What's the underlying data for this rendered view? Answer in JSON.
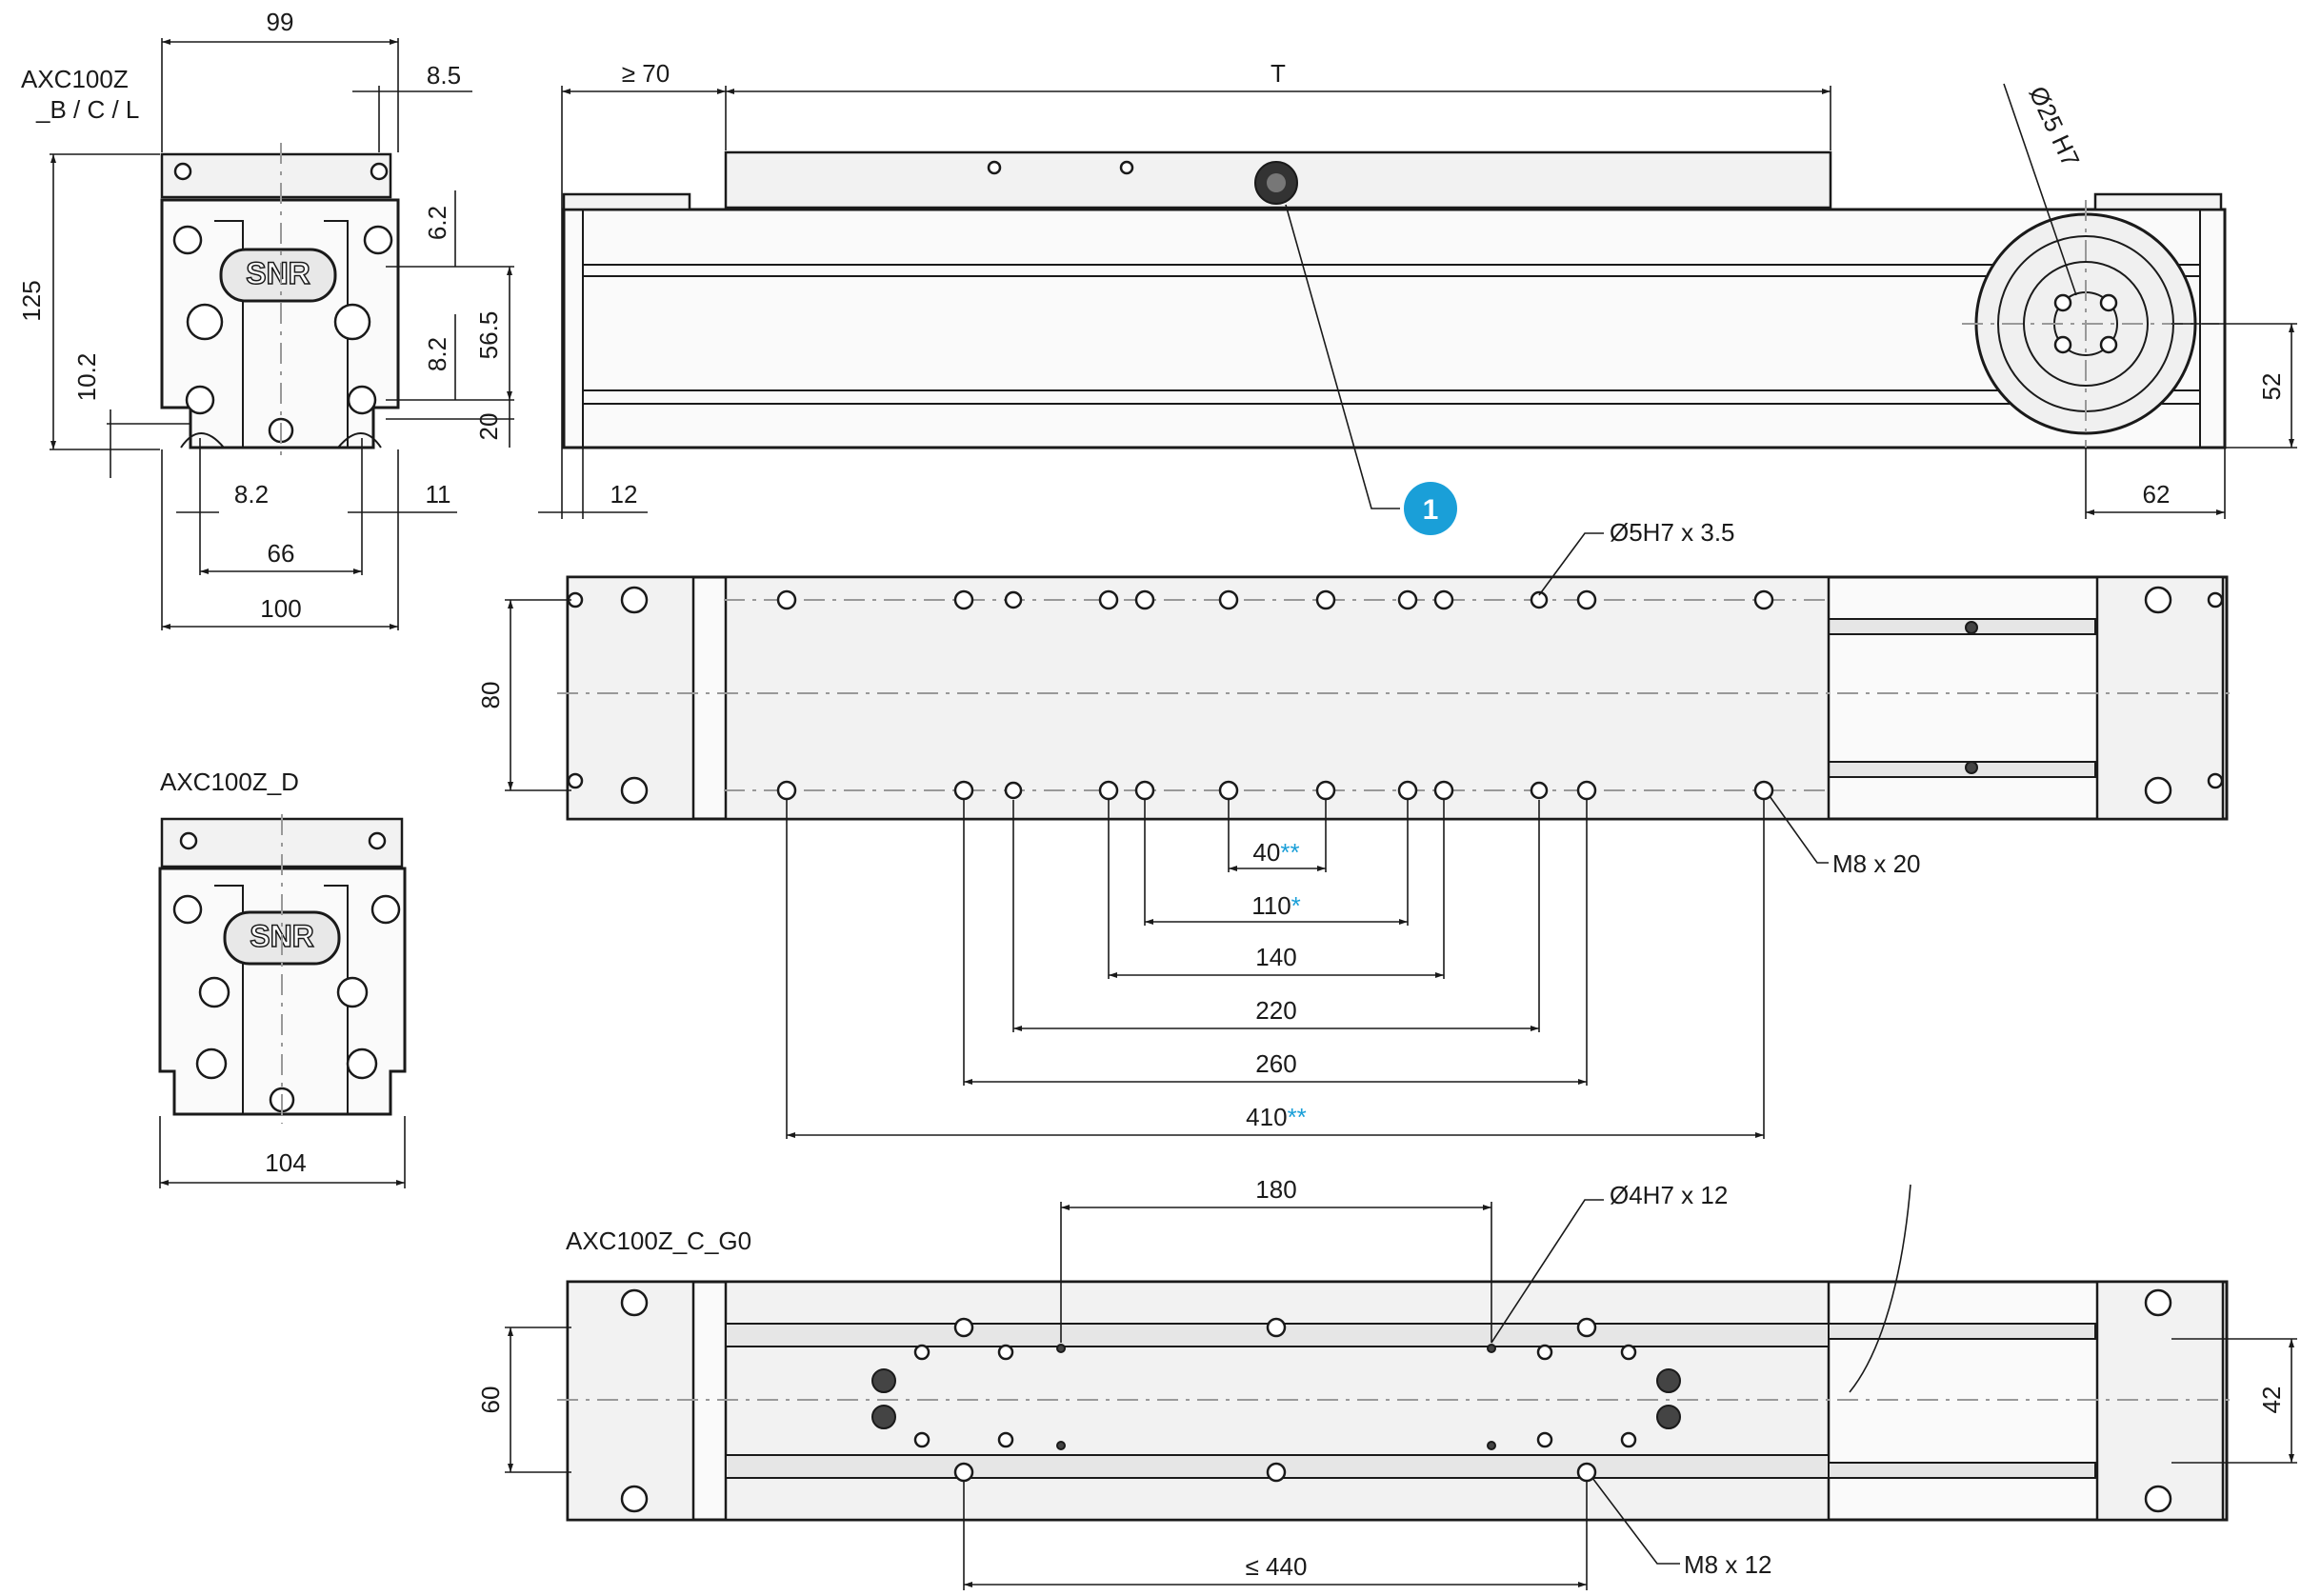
{
  "labels": {
    "end_view_title": "AXC100Z\n_B / C / L",
    "end_view_title_l1": "AXC100Z",
    "end_view_title_l2": "_B / C / L",
    "end_view_d_title": "AXC100Z_D",
    "bottom_view_title": "AXC100Z_C_G0",
    "logo": "SNR",
    "callout": "1"
  },
  "end_view": {
    "width_top": "99",
    "offset_top": "8.5",
    "height": "125",
    "dim_6_2": "6.2",
    "dim_56_5": "56.5",
    "dim_8_2_right": "8.2",
    "dim_20": "20",
    "dim_10_2": "10.2",
    "dim_8_2_bottom": "8.2",
    "dim_11": "11",
    "dim_66": "66",
    "dim_100": "100"
  },
  "end_view_d": {
    "width": "104"
  },
  "side_view": {
    "dim_min_70": "≥ 70",
    "dim_T": "T",
    "shaft": "Ø25 H7",
    "dim_12": "12",
    "dim_52": "52",
    "dim_62": "62"
  },
  "top_view": {
    "pin_hole": "Ø5H7 x 3.5",
    "thread": "M8 x 20",
    "dim_80": "80",
    "spacings": [
      {
        "value": "40",
        "mark": "**"
      },
      {
        "value": "110",
        "mark": "*"
      },
      {
        "value": "140",
        "mark": ""
      },
      {
        "value": "220",
        "mark": ""
      },
      {
        "value": "260",
        "mark": ""
      },
      {
        "value": "410",
        "mark": "**"
      }
    ]
  },
  "bottom_view": {
    "dim_180": "180",
    "pin_hole": "Ø4H7 x 12",
    "dim_60": "60",
    "dim_42": "42",
    "dim_max_440": "≤ 440",
    "thread": "M8 x 12"
  },
  "colors": {
    "line": "#1a1a1a",
    "accent": "#1a9fd8",
    "callout_fill": "#1a9fd8"
  }
}
